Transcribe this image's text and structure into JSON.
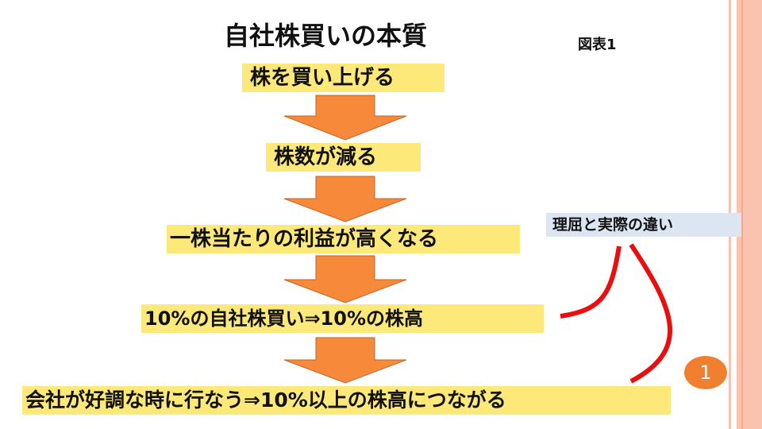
{
  "title": "自社株買いの本質",
  "figure_label": "図表1",
  "steps": [
    "株を買い上げる",
    "株数が減る",
    "一株当たりの利益が高くなる",
    "10%の自社株買い⇒10%の株高",
    "会社が好調な時に行なう⇒10%以上の株高につながる"
  ],
  "callout": "理屈と実際の違い",
  "badge": "1",
  "colors": {
    "highlight": "#fde97a",
    "arrow": "#f68a3a",
    "line": "#e8100f",
    "callout_bg": "#dce6f2"
  }
}
